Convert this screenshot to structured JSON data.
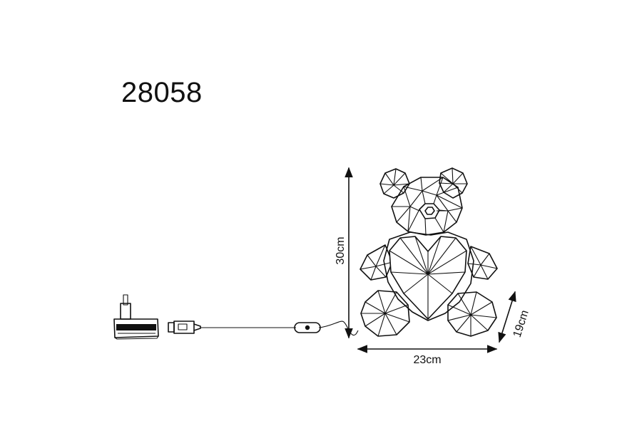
{
  "product": {
    "code": "28058"
  },
  "dimensions": {
    "height": "30cm",
    "width": "23cm",
    "depth": "19cm"
  },
  "colors": {
    "line": "#111111",
    "background": "#ffffff"
  }
}
